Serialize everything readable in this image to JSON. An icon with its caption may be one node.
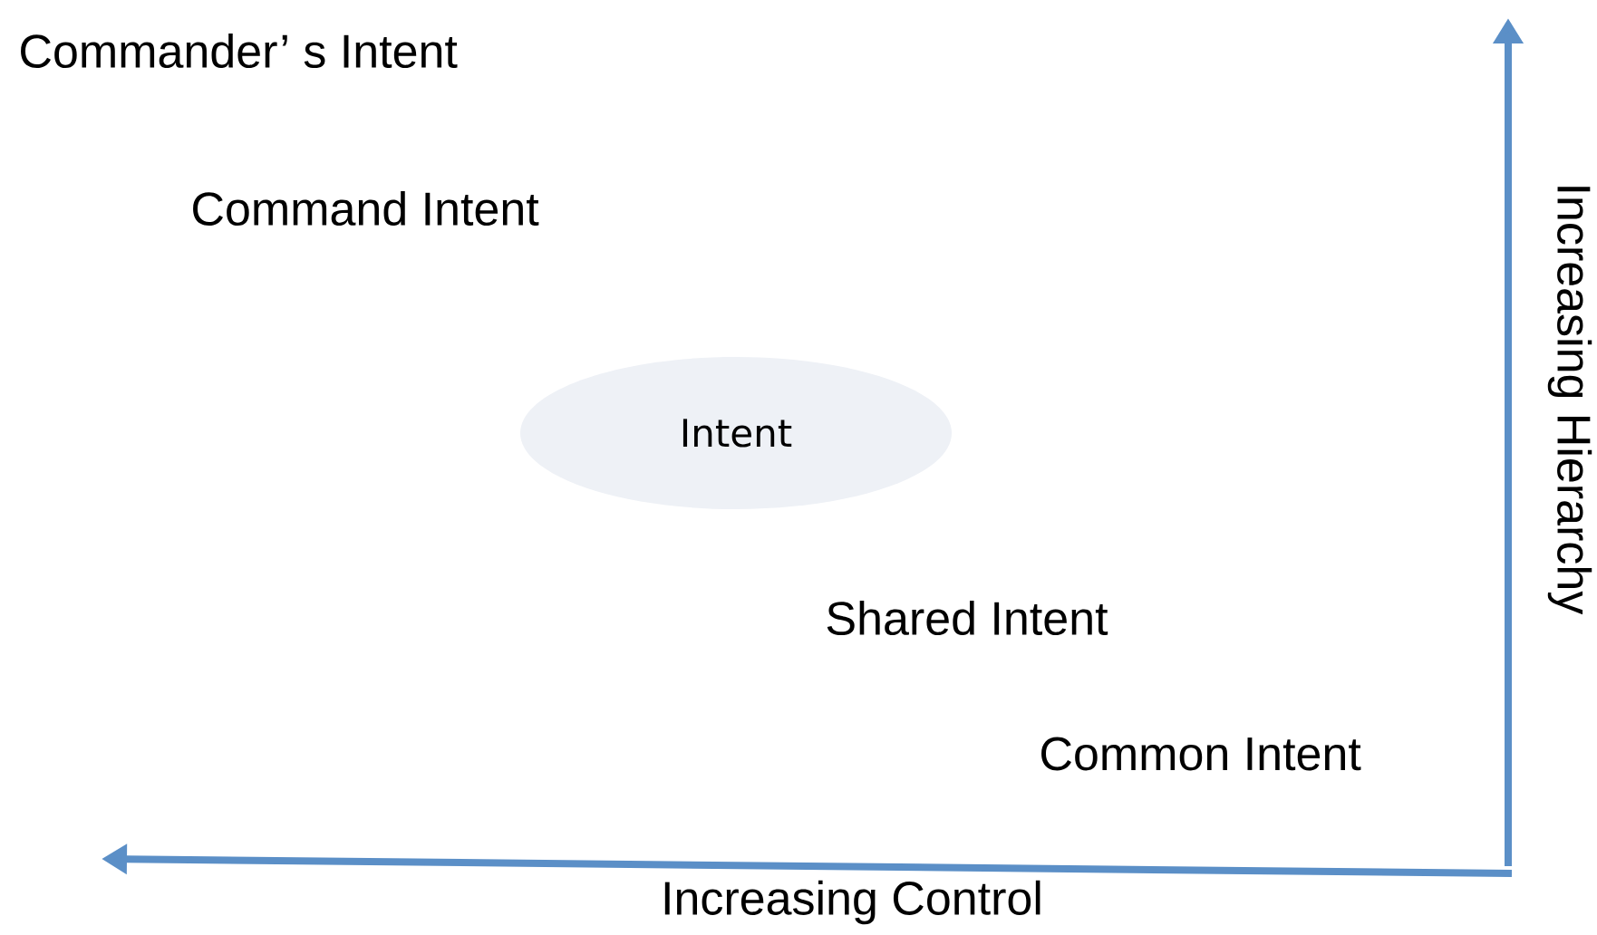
{
  "diagram": {
    "nodes": [
      {
        "text": [
          "Intent"
        ]
      }
    ],
    "labels": [
      "Commander’ s Intent",
      "Command Intent",
      "Shared Intent",
      "Common Intent",
      "Increasing Hierarchy",
      "Increasing Control"
    ]
  }
}
